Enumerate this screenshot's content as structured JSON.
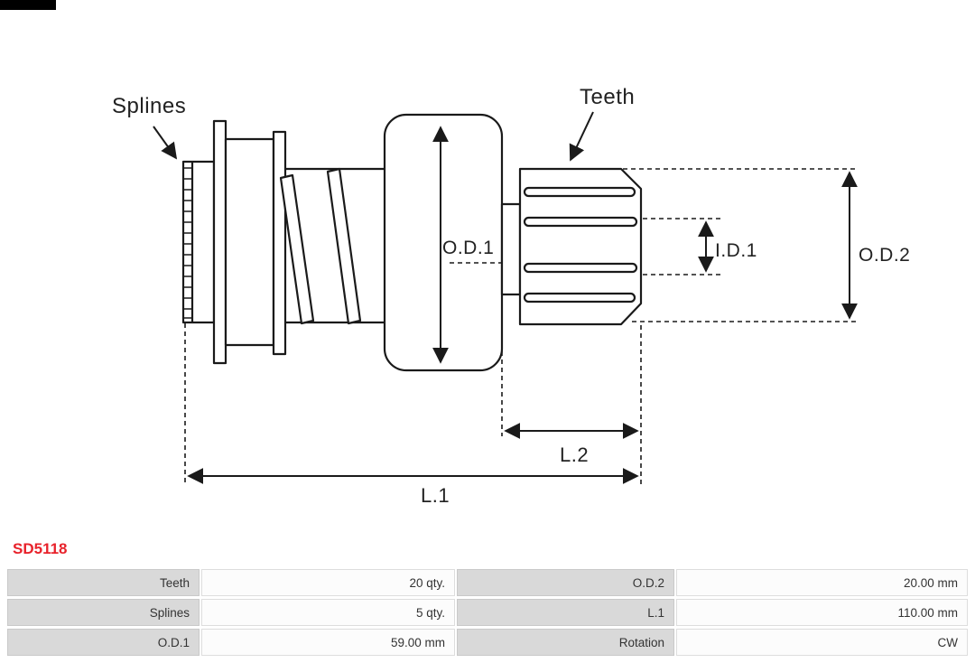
{
  "part_id": {
    "text": "SD5118",
    "color": "#e8222b"
  },
  "diagram": {
    "callouts": {
      "splines": "Splines",
      "teeth": "Teeth"
    },
    "dimensions": {
      "od1": "O.D.1",
      "id1": "I.D.1",
      "od2": "O.D.2",
      "l1": "L.1",
      "l2": "L.2"
    },
    "line_color": "#1a1a1a"
  },
  "spec_table": {
    "rows": [
      {
        "left_label": "Teeth",
        "left_value": "20 qty.",
        "right_label": "O.D.2",
        "right_value": "20.00 mm"
      },
      {
        "left_label": "Splines",
        "left_value": "5 qty.",
        "right_label": "L.1",
        "right_value": "110.00 mm"
      },
      {
        "left_label": "O.D.1",
        "left_value": "59.00 mm",
        "right_label": "Rotation",
        "right_value": "CW"
      }
    ]
  }
}
